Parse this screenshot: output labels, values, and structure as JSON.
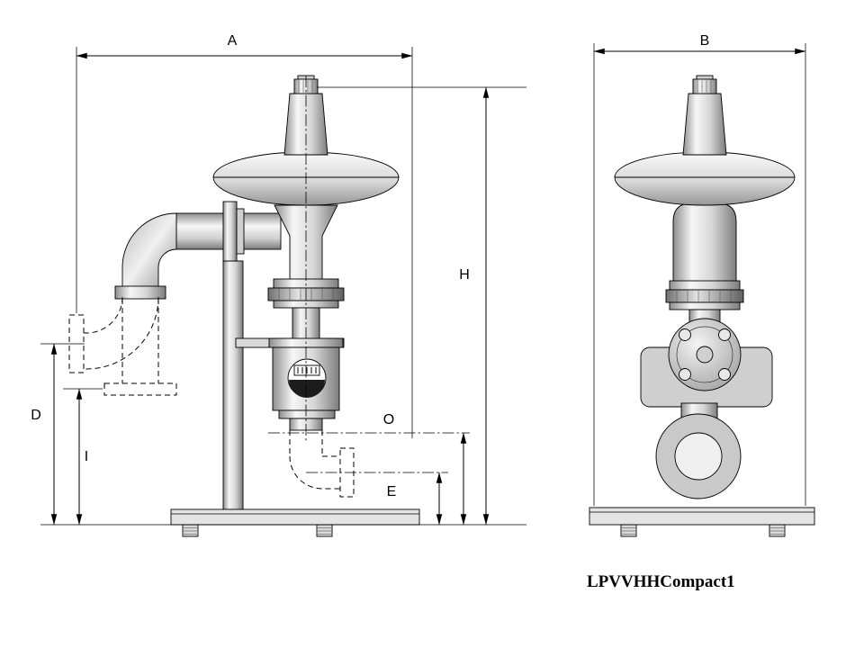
{
  "title": "LPVVHHCompact1",
  "dimension_labels": {
    "A": "A",
    "B": "B",
    "H": "H",
    "D": "D",
    "I": "I",
    "O": "O",
    "E": "E"
  },
  "colors": {
    "background": "#ffffff",
    "line": "#000000",
    "metal_light": "#f5f5f5",
    "metal_mid": "#d9d9d9",
    "metal_dark": "#808080"
  }
}
